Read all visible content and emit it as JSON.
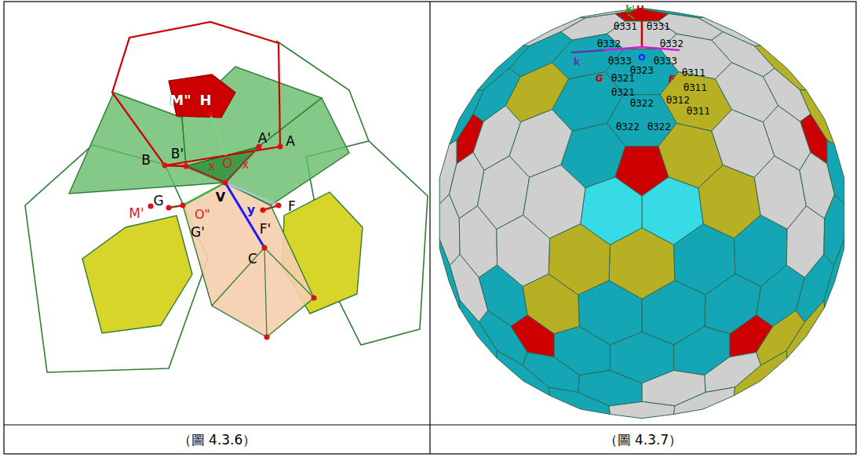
{
  "diagram": {
    "nodes": [
      {
        "text": [
          "（圖 4.3.6）"
        ]
      },
      {
        "text": [
          "（圖 4.3.7）"
        ]
      }
    ],
    "labels": [
      "M\"",
      "H",
      "A'",
      "A",
      "B",
      "B'",
      "x",
      "O",
      "x",
      "V",
      "O\"",
      "y",
      "F",
      "M'",
      "G",
      "G'",
      "F'",
      "C",
      "k'",
      "H",
      "θ331",
      "θ331",
      "θ332",
      "θ332",
      "k",
      "θ333",
      "O",
      "θ323",
      "θ333",
      "θ311",
      "G",
      "θ321",
      "F",
      "θ311",
      "θ321",
      "θ322",
      "θ312",
      "θ311",
      "θ322",
      "θ322"
    ]
  }
}
